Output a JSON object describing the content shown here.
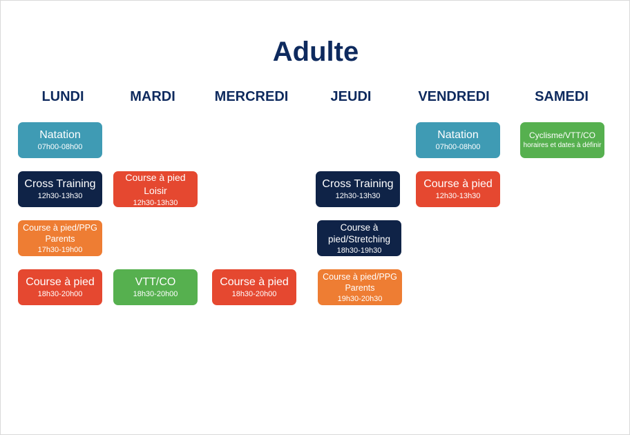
{
  "title": "Adulte",
  "days": [
    "LUNDI",
    "MARDI",
    "MERCREDI",
    "JEUDI",
    "VENDREDI",
    "SAMEDI"
  ],
  "colors": {
    "teal": "#3f9bb4",
    "navy": "#0f2347",
    "red": "#e54830",
    "orange": "#ee7d33",
    "green": "#56b04f",
    "heading": "#0e2a5e"
  },
  "activities": [
    {
      "day": "LUNDI",
      "label": "Natation",
      "time": "07h00-08h00",
      "color": "teal"
    },
    {
      "day": "LUNDI",
      "label": "Cross Training",
      "time": "12h30-13h30",
      "color": "navy"
    },
    {
      "day": "LUNDI",
      "label": "Course à pied/PPG Parents",
      "time": "17h30-19h00",
      "color": "orange"
    },
    {
      "day": "LUNDI",
      "label": "Course à pied",
      "time": "18h30-20h00",
      "color": "red"
    },
    {
      "day": "MARDI",
      "label": "Course à pied Loisir",
      "time": "12h30-13h30",
      "color": "red"
    },
    {
      "day": "MARDI",
      "label": "VTT/CO",
      "time": "18h30-20h00",
      "color": "green"
    },
    {
      "day": "MERCREDI",
      "label": "Course à pied",
      "time": "18h30-20h00",
      "color": "red"
    },
    {
      "day": "JEUDI",
      "label": "Cross Training",
      "time": "12h30-13h30",
      "color": "navy"
    },
    {
      "day": "JEUDI",
      "label": "Course à pied/Stretching",
      "time": "18h30-19h30",
      "color": "navy"
    },
    {
      "day": "JEUDI",
      "label": "Course à pied/PPG Parents",
      "time": "19h30-20h30",
      "color": "orange"
    },
    {
      "day": "VENDREDI",
      "label": "Natation",
      "time": "07h00-08h00",
      "color": "teal"
    },
    {
      "day": "VENDREDI",
      "label": "Course à pied",
      "time": "12h30-13h30",
      "color": "red"
    },
    {
      "day": "SAMEDI",
      "label": "Cyclisme/VTT/CO",
      "time": "horaires et dates à définir",
      "color": "green"
    }
  ]
}
